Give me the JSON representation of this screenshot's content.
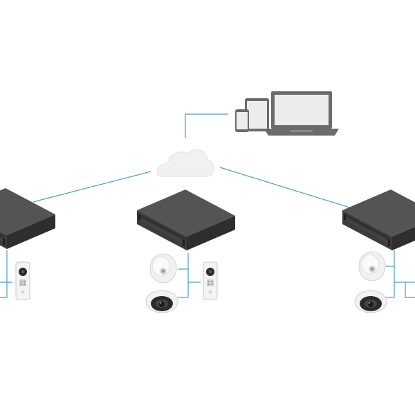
{
  "diagram": {
    "colors": {
      "background": "#ffffff",
      "connector": "#4a9fc7",
      "server_top": "#545454",
      "server_front": "#3c3c3c",
      "server_dark": "#2e2e2e",
      "device_body": "#6b6b6b",
      "screen": "#ececec",
      "cloud": "#f0f1f2",
      "camera_shell": "#f4f4f4",
      "lens": "#2a2a2a"
    },
    "nodes": [
      {
        "id": "cloud",
        "icon": "cloud-icon"
      },
      {
        "id": "client-devices",
        "icon": "client-devices-icon"
      },
      {
        "id": "server-left",
        "icon": "rack-server-icon"
      },
      {
        "id": "server-center",
        "icon": "rack-server-icon"
      },
      {
        "id": "server-right",
        "icon": "rack-server-icon"
      },
      {
        "id": "fisheye-camera-center",
        "icon": "fisheye-camera-icon"
      },
      {
        "id": "dome-camera-center",
        "icon": "dome-camera-icon"
      },
      {
        "id": "door-station-center",
        "icon": "door-station-icon"
      },
      {
        "id": "door-station-left",
        "icon": "door-station-icon"
      },
      {
        "id": "fisheye-camera-right",
        "icon": "fisheye-camera-icon"
      },
      {
        "id": "dome-camera-right",
        "icon": "dome-camera-icon"
      }
    ],
    "links": [
      {
        "from": "cloud",
        "to": "client-devices"
      },
      {
        "from": "cloud",
        "to": "server-left"
      },
      {
        "from": "cloud",
        "to": "server-right"
      },
      {
        "from": "server-center",
        "to": "fisheye-camera-center"
      },
      {
        "from": "server-center",
        "to": "dome-camera-center"
      },
      {
        "from": "server-center",
        "to": "door-station-center"
      },
      {
        "from": "server-right",
        "to": "fisheye-camera-right"
      },
      {
        "from": "server-right",
        "to": "dome-camera-right"
      }
    ]
  }
}
